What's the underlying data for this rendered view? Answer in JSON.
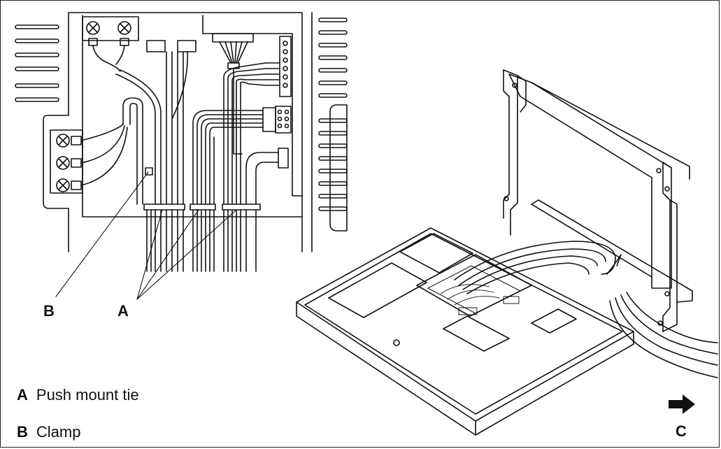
{
  "callouts": {
    "a": "A",
    "b": "B",
    "c": "C"
  },
  "legend": [
    {
      "key": "A",
      "text": "Push mount tie"
    },
    {
      "key": "B",
      "text": "Clamp"
    }
  ],
  "icons": {
    "direction_arrow": "right-arrow-icon"
  }
}
